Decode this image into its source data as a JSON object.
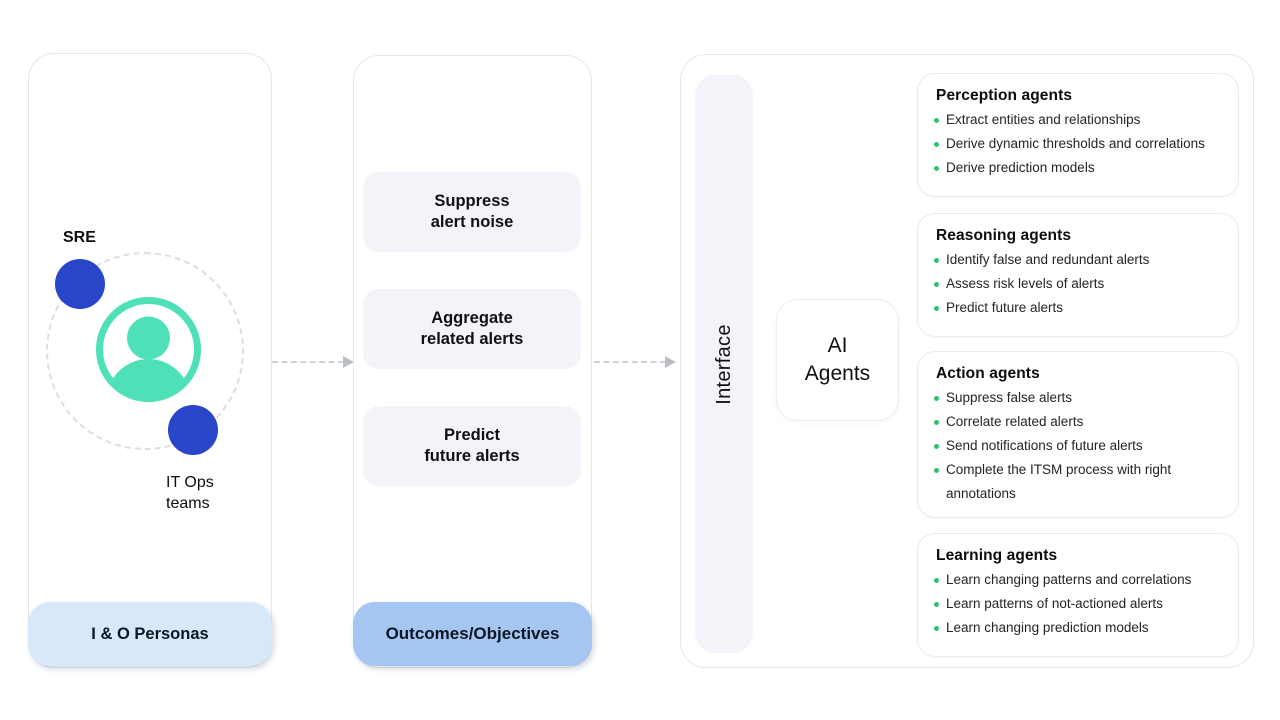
{
  "colors": {
    "accent_blue": "#2945c8",
    "accent_teal": "#4ee0b7",
    "bullet_green": "#2bc46c",
    "personas_fill": "#d7e9f8",
    "outcomes_fill": "#a4c6f1",
    "surface_gray": "#f2f4f9"
  },
  "personas": {
    "sre_label": "SRE",
    "itops_lines": [
      "IT Ops",
      "teams"
    ],
    "footer": "I & O Personas"
  },
  "outcomes": {
    "items": [
      {
        "line1": "Suppress",
        "line2": "alert noise"
      },
      {
        "line1": "Aggregate",
        "line2": "related alerts"
      },
      {
        "line1": "Predict",
        "line2": "future alerts"
      }
    ],
    "footer": "Outcomes/Objectives"
  },
  "agents": {
    "interface_label": "Interface",
    "ai_box_lines": [
      "AI",
      "Agents"
    ],
    "cards": [
      {
        "title": "Perception agents",
        "bullets": [
          "Extract entities and relationships",
          "Derive dynamic thresholds and correlations",
          "Derive prediction models"
        ]
      },
      {
        "title": "Reasoning agents",
        "bullets": [
          "Identify false and redundant alerts",
          "Assess risk levels of alerts",
          "Predict future alerts"
        ]
      },
      {
        "title": "Action agents",
        "bullets": [
          "Suppress false alerts",
          "Correlate related alerts",
          "Send notifications of future alerts",
          "Complete the ITSM process with right annotations"
        ]
      },
      {
        "title": "Learning agents",
        "bullets": [
          "Learn changing patterns and correlations",
          "Learn patterns of not-actioned alerts",
          "Learn changing prediction models"
        ]
      }
    ]
  }
}
